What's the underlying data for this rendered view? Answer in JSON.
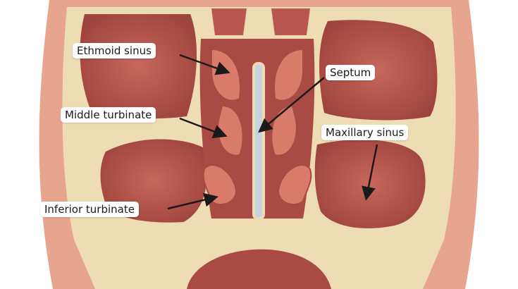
{
  "title": "Nasal cavity and paranasal sinuses (coronal section)",
  "labels": {
    "ethmoid": "Ethmoid sinus",
    "septum": "Septum",
    "middle_turbinate": "Middle turbinate",
    "maxillary": "Maxillary sinus",
    "inferior_turbinate": "Inferior turbinate"
  },
  "colors": {
    "skin": "#e7a590",
    "bone": "#eedcb4",
    "cavity": "#b65a52",
    "mucosa": "#d97a6a",
    "septum": "#c9d3df",
    "arrow": "#1a1a1a"
  }
}
